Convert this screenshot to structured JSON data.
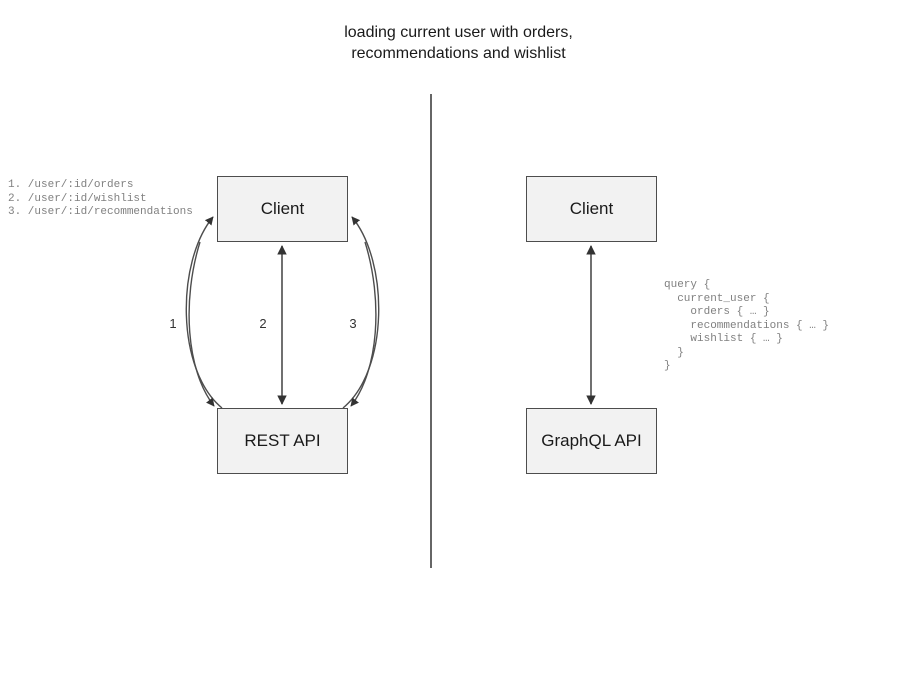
{
  "title": "loading current user with orders,\nrecommendations and wishlist",
  "separator": {
    "name": "vertical-divider"
  },
  "left_panel": {
    "name": "rest-approach",
    "client_node": "Client",
    "api_node": "REST API",
    "edge_labels": [
      "1",
      "2",
      "3"
    ],
    "endpoints_text": "1. /user/:id/orders\n2. /user/:id/wishlist\n3. /user/:id/recommendations",
    "endpoints": [
      {
        "index": "1.",
        "path": "/user/:id/orders"
      },
      {
        "index": "2.",
        "path": "/user/:id/wishlist"
      },
      {
        "index": "3.",
        "path": "/user/:id/recommendations"
      }
    ]
  },
  "right_panel": {
    "name": "graphql-approach",
    "client_node": "Client",
    "api_node": "GraphQL API",
    "query_text": "query {\n  current_user {\n    orders { … }\n    recommendations { … }\n    wishlist { … }\n  }\n}"
  },
  "colors": {
    "node_fill": "#f2f2f2",
    "node_border": "#4d4d4d",
    "text": "#1a1a1a",
    "code_text": "#808080",
    "arrow": "#4d4d4d",
    "separator": "#666666"
  }
}
